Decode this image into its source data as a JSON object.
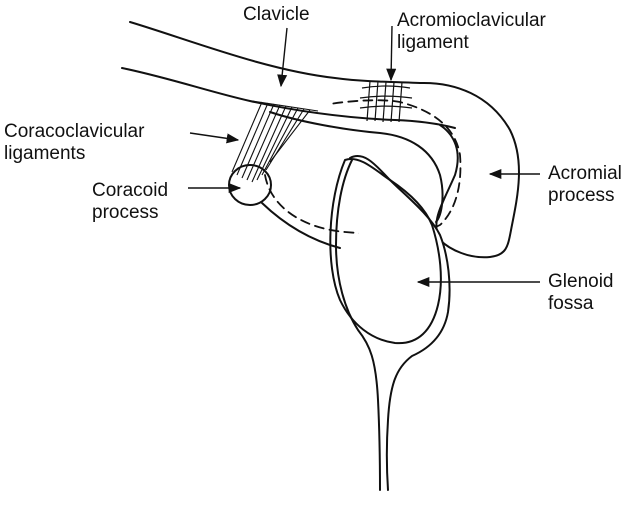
{
  "labels": {
    "clavicle": "Clavicle",
    "acromioclavicular": [
      "Acromioclavicular",
      "ligament"
    ],
    "coracoclavicular": [
      "Coracoclavicular",
      "ligaments"
    ],
    "coracoid": [
      "Coracoid",
      "process"
    ],
    "acromial": [
      "Acromial",
      "process"
    ],
    "glenoid": [
      "Glenoid",
      "fossa"
    ]
  },
  "colors": {
    "stroke": "#111111",
    "background": "#ffffff"
  }
}
